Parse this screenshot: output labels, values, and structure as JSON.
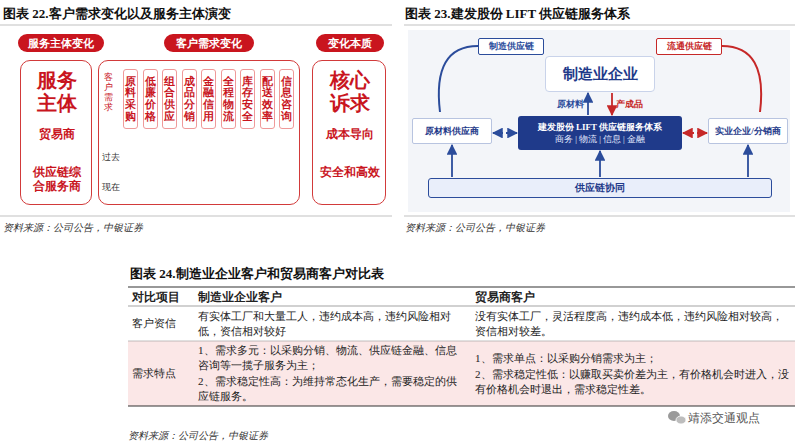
{
  "diagram": {
    "nodes": [
      {
        "text": [
          "服务主体变化"
        ]
      },
      {
        "text": [
          "客户需求变化"
        ]
      },
      {
        "text": [
          "变化本质"
        ]
      },
      {
        "text": [
          "服务主体",
          "贸易商",
          "供应链综合服务商"
        ]
      },
      {
        "text": [
          "客户需求",
          "过去",
          "现在"
        ]
      },
      {
        "text": [
          "原料采购"
        ],
        "in": 4
      },
      {
        "text": [
          "低廉价格"
        ],
        "in": 4
      },
      {
        "text": [
          "组合供应"
        ],
        "in": 4
      },
      {
        "text": [
          "成品分销"
        ],
        "in": 4
      },
      {
        "text": [
          "金融信用"
        ],
        "in": 4
      },
      {
        "text": [
          "全程物流"
        ],
        "in": 4
      },
      {
        "text": [
          "库存安全"
        ],
        "in": 4
      },
      {
        "text": [
          "配送效率"
        ],
        "in": 4
      },
      {
        "text": [
          "信息咨询"
        ],
        "in": 4
      },
      {
        "text": [
          "核心诉求",
          "成本导向",
          "安全和高效"
        ]
      },
      {
        "text": [
          "制造供应链"
        ]
      },
      {
        "text": [
          "流通供应链"
        ]
      },
      {
        "text": [
          "制造业企业"
        ]
      },
      {
        "text": [
          "建发股份 LIFT 供应链服务体系",
          "商务 | 物流 | 信息 | 金融"
        ]
      },
      {
        "text": [
          "原材料供应商"
        ]
      },
      {
        "text": [
          "实业企业/分销商"
        ]
      },
      {
        "text": [
          "供应链协同"
        ]
      }
    ],
    "edges": [
      {
        "from": 18,
        "to": 17,
        "arrow": "to",
        "label": "原材料"
      },
      {
        "from": 17,
        "to": 18,
        "arrow": "to",
        "label": "产成品"
      },
      {
        "from": 18,
        "to": 19,
        "arrow": "both"
      },
      {
        "from": 18,
        "to": 20,
        "arrow": "both"
      },
      {
        "from": 21,
        "to": 19,
        "arrow": "to"
      },
      {
        "from": 21,
        "to": 18,
        "arrow": "to"
      },
      {
        "from": 21,
        "to": 20,
        "arrow": "to"
      }
    ],
    "labels": [
      "图表 22.客户需求变化以及服务主体演变",
      "图表 23.建发股份 LIFT 供应链服务体系",
      "图表 24.制造业企业客户和贸易商客户对比表",
      "资料来源：公司公告，中银证券",
      "资料来源：公司公告，中银证券",
      "资料来源：公司公告，中银证券",
      "对比项目",
      "制造业企业客户",
      "贸易商客户",
      "客户资信",
      "有实体工厂和大量工人，违约成本高，违约风险相对低，资信相对较好",
      "没有实体工厂，灵活程度高，违约成本低，违约风险相对较高，资信相对较差。",
      "需求特点",
      "1、需求多元：以采购分销、物流、供应链金融、信息咨询等一揽子服务为主；",
      "2、需求稳定性高：为维持常态化生产，需要稳定的供应链服务。",
      "1、需求单点：以采购分销需求为主；",
      "2、需求稳定性低：以赚取买卖价差为主，有价格机会时进入，没有价格机会时退出，需求稳定性差。",
      "靖添交通观点"
    ]
  }
}
